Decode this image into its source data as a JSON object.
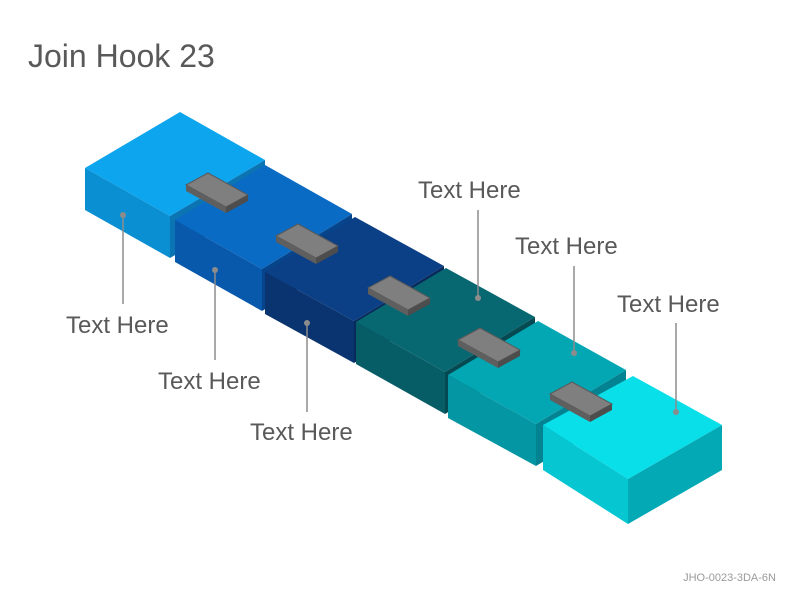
{
  "title": "Join Hook 23",
  "footer_code": "JHO-0023-3DA-6N",
  "blocks": [
    {
      "label": "Text Here",
      "top": "#0ea5ef",
      "front": "#0a8fd2",
      "side": "#0b74b3"
    },
    {
      "label": "Text Here",
      "top": "#0a6bc4",
      "front": "#0858ab",
      "side": "#06458b"
    },
    {
      "label": "Text Here",
      "top": "#0b3f86",
      "front": "#0a346f",
      "side": "#072a5c"
    },
    {
      "label": "Text Here",
      "top": "#086872",
      "front": "#075d66",
      "side": "#054a52"
    },
    {
      "label": "Text Here",
      "top": "#03a7b3",
      "front": "#0496a2",
      "side": "#038391"
    },
    {
      "label": "Text Here",
      "top": "#09dfe9",
      "front": "#06c6d2",
      "side": "#04a9b6"
    }
  ],
  "connector_color": "#7f7f7f",
  "leader_color": "#8c8c8c"
}
